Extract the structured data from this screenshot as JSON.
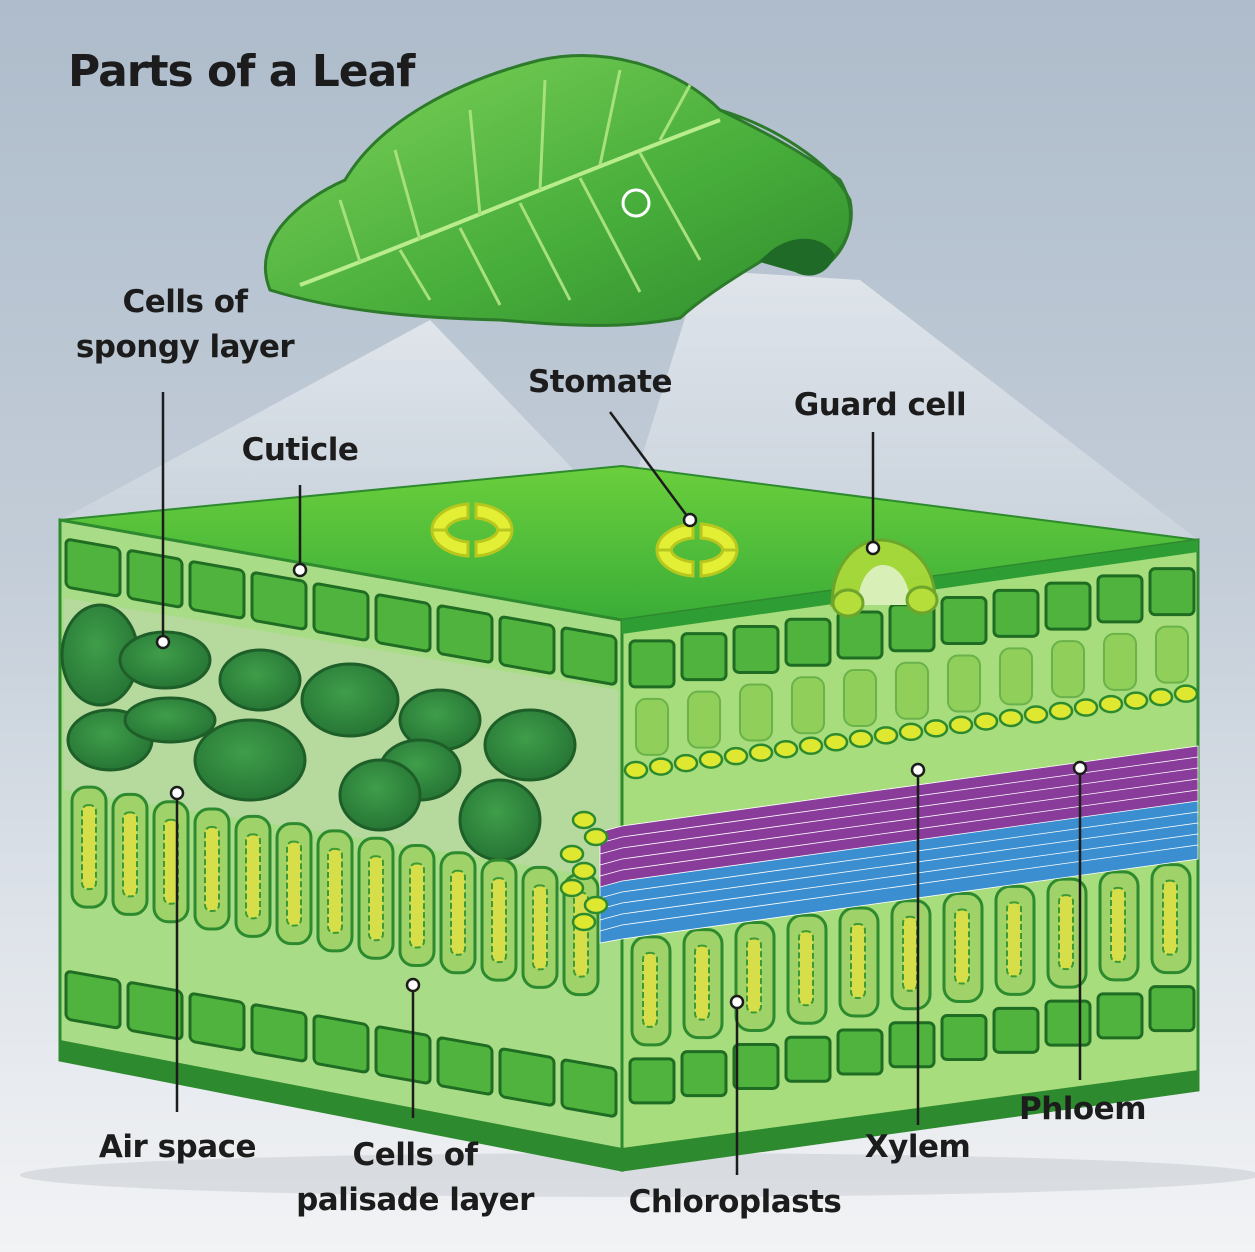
{
  "title": "Parts of a Leaf",
  "labels": {
    "spongy": [
      "Cells of",
      "spongy layer"
    ],
    "cuticle": "Cuticle",
    "stomate": "Stomate",
    "guard_cell": "Guard cell",
    "air_space": "Air space",
    "palisade": [
      "Cells of",
      "palisade layer"
    ],
    "chloroplasts": "Chloroplasts",
    "xylem": "Xylem",
    "phloem": "Phloem"
  },
  "colors": {
    "leaf": "#4caf3a",
    "cell_green": "#3f9e34",
    "spongy_cell": "#2f8a3a",
    "chloroplast_yellow": "#dfe830",
    "xylem_purple": "#8a3c9a",
    "phloem_blue": "#3b8fd0"
  }
}
